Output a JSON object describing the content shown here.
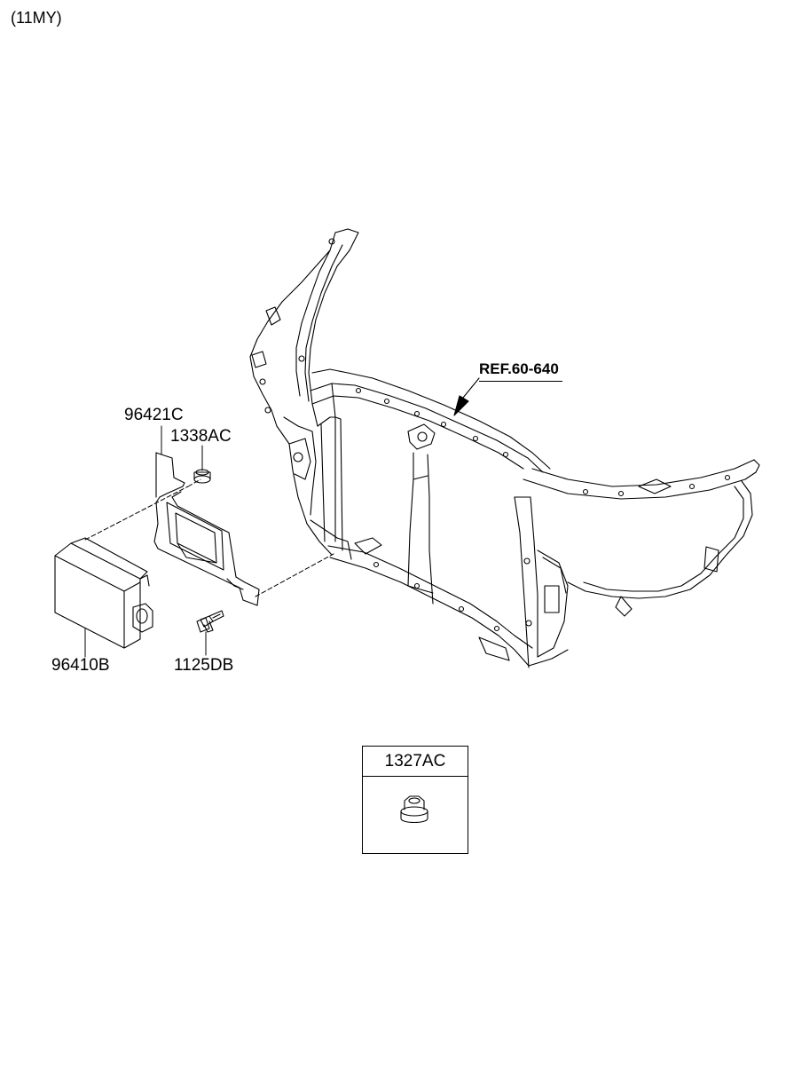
{
  "diagram": {
    "variant": "(11MY)",
    "reference": "REF.60-640",
    "parts": [
      {
        "code": "96421C"
      },
      {
        "code": "1338AC"
      },
      {
        "code": "96410B"
      },
      {
        "code": "1125DB"
      }
    ],
    "inset": {
      "code": "1327AC"
    },
    "icons": {
      "assembly": "front-end-module-carrier",
      "module": "radar-sensor-unit",
      "bracket": "mounting-bracket",
      "nut": "flange-nut",
      "bolt": "flange-bolt"
    }
  }
}
